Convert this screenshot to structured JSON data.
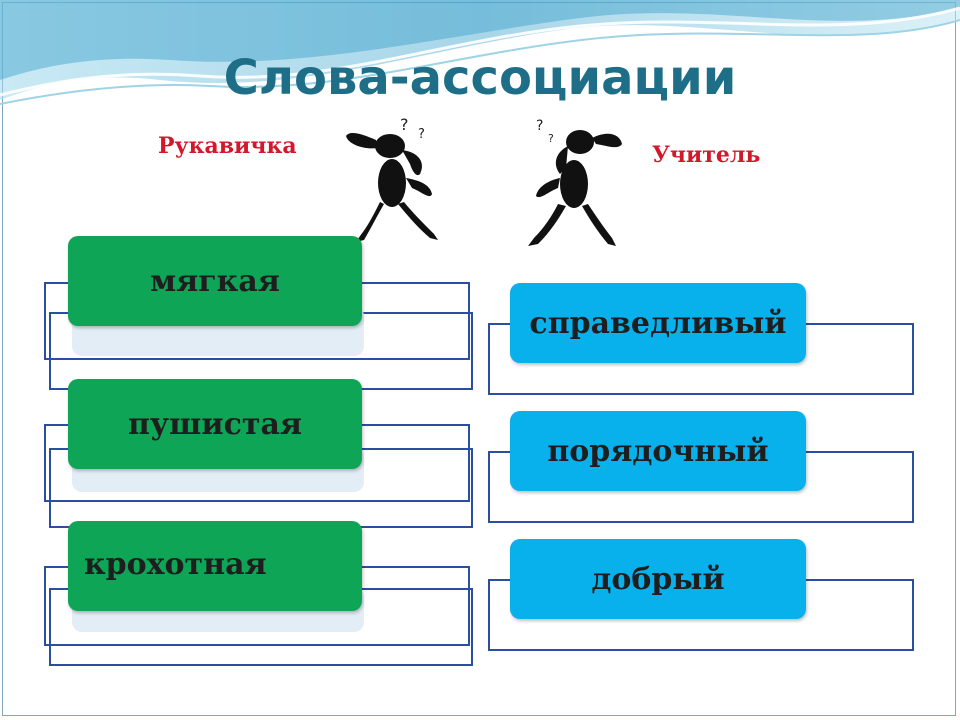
{
  "title": "Слова-ассоциации",
  "left_word": "Рукавичка",
  "right_word": "Учитель",
  "left_items": [
    "мягкая",
    "пушистая",
    "крохотная"
  ],
  "right_items": [
    "справедливый",
    "порядочный",
    "добрый"
  ],
  "colors": {
    "title": "#1d6e86",
    "heading_words": "#d0192b",
    "green_card": "#0fa556",
    "blue_card": "#08b0ec",
    "outline": "#2b4fa0"
  },
  "icons": [
    "thinking-man-left-icon",
    "thinking-man-right-icon"
  ]
}
